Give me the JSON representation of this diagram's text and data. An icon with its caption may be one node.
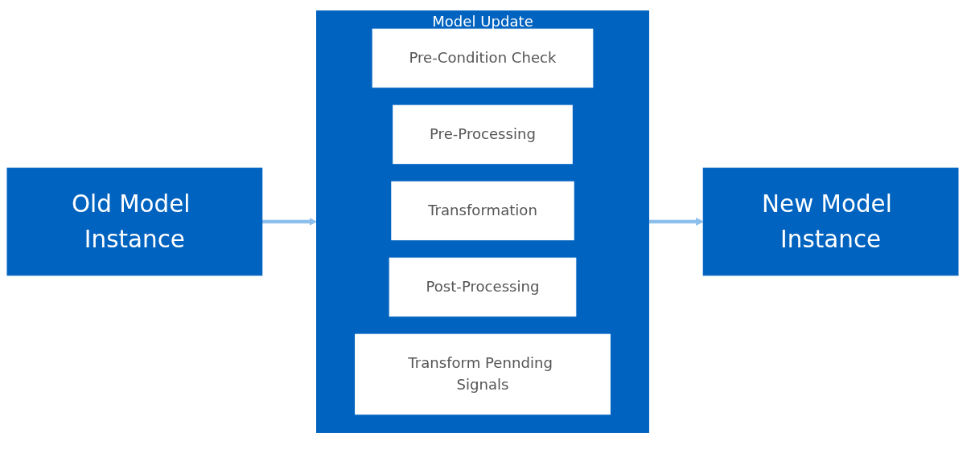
{
  "diagram": {
    "nodes": [
      {
        "text": [
          "Old Model Instance"
        ]
      },
      {
        "text": [
          "Model Update"
        ]
      },
      {
        "text": [
          "Pre-Condition Check"
        ],
        "in": 1
      },
      {
        "text": [
          "Pre-Processing"
        ],
        "in": 1
      },
      {
        "text": [
          "Transformation"
        ],
        "in": 1
      },
      {
        "text": [
          "Post-Processing"
        ],
        "in": 1
      },
      {
        "text": [
          "Transform Pennding Signals"
        ],
        "in": 1
      },
      {
        "text": [
          "New Model Instance"
        ]
      }
    ],
    "edges": [
      {
        "from": 0,
        "to": 1,
        "arrow": "to"
      },
      {
        "from": 1,
        "to": 7,
        "arrow": "to"
      }
    ]
  }
}
